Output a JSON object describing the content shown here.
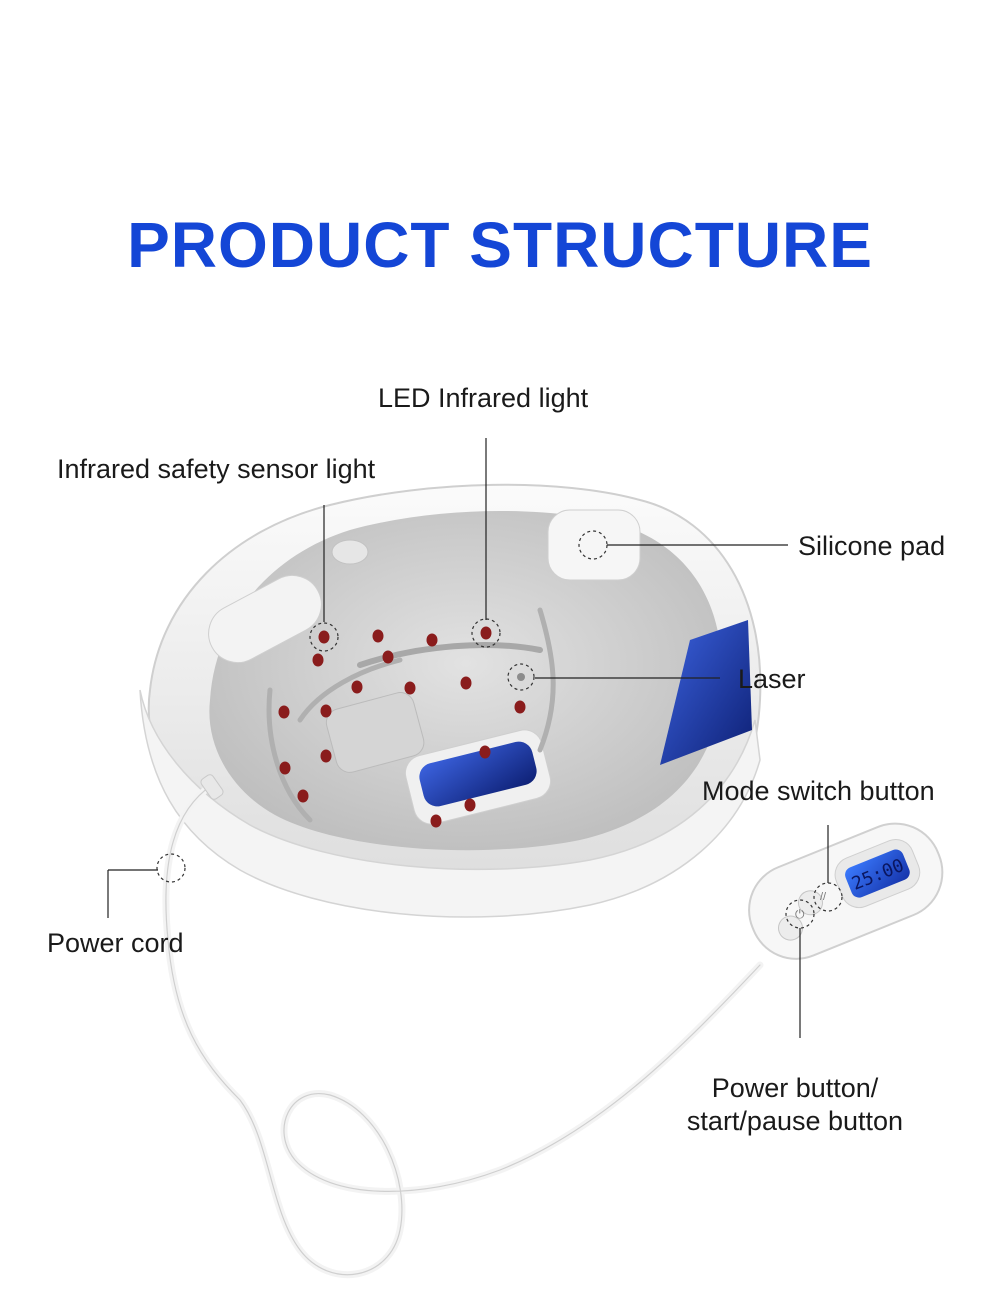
{
  "title": "PRODUCT STRUCTURE",
  "callouts": {
    "led_infrared": "LED Infrared light",
    "safety_sensor": "Infrared safety sensor light",
    "silicone_pad": "Silicone pad",
    "laser": "Laser",
    "mode_switch": "Mode switch button",
    "power_cord": "Power cord",
    "power_button_line1": "Power button/",
    "power_button_line2": "start/pause button"
  },
  "remote": {
    "display": "25:00"
  },
  "colors": {
    "title": "#1446d6",
    "led": "#8a1c1c",
    "accent_blue": "#1d3fb8"
  }
}
